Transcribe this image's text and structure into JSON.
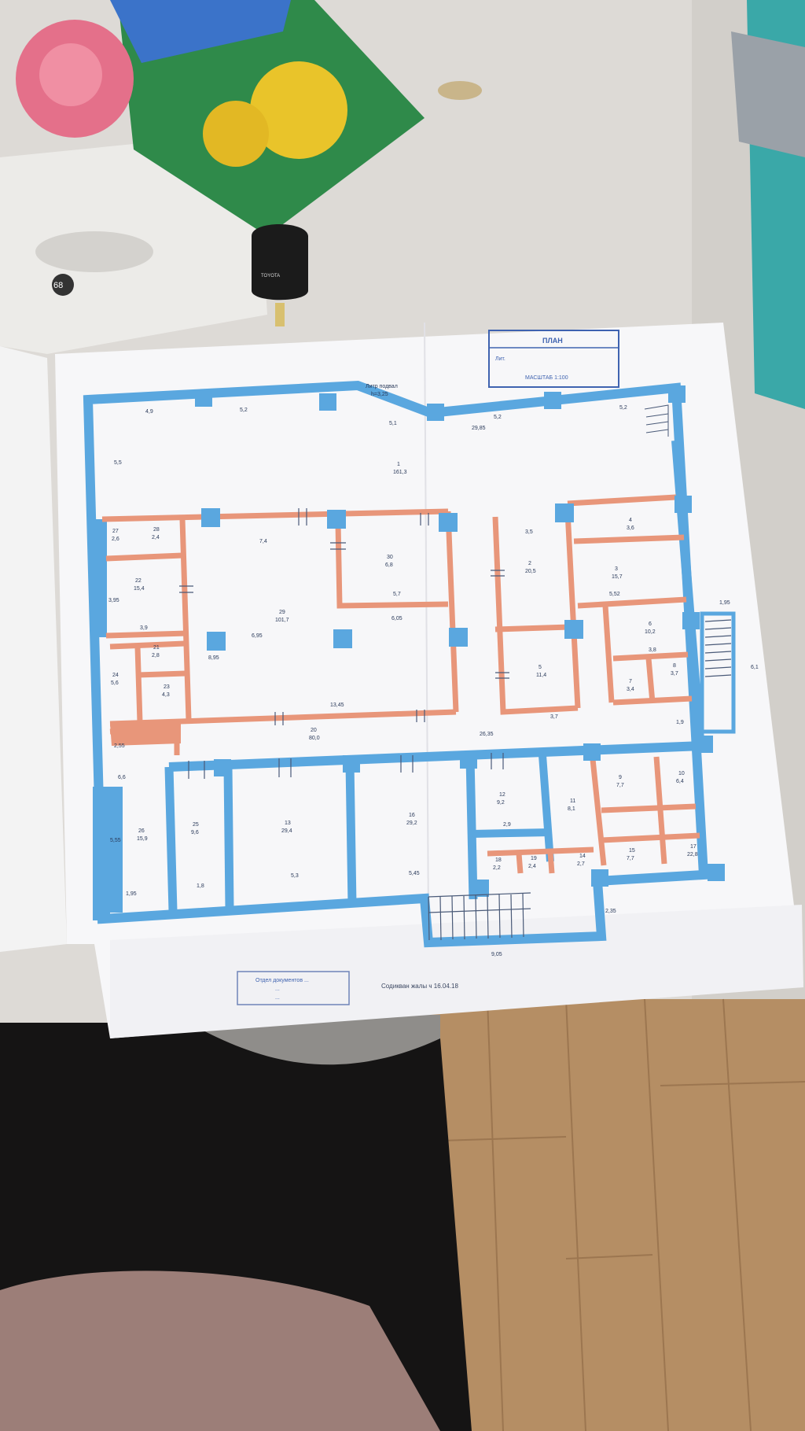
{
  "colors": {
    "table": "#dedcd8",
    "wood": "#b8936a",
    "paper": "#f7f7f9",
    "wall_outer": "#5aa7df",
    "wall_inner": "#e8967a",
    "line": "#4a5a78",
    "stamp": "#3f63b0"
  },
  "icons": [
    "plastic-bag",
    "car-key-fob",
    "staircase-icon",
    "stamp-seal",
    "column-pillar"
  ],
  "plan": {
    "header_note": "Литр подвал",
    "header_note_2": "h=3,25",
    "caption": "Содикван жалы ч 16.04.18",
    "rooms": [
      {
        "id": "1",
        "area": "161,3"
      },
      {
        "id": "2",
        "area": "20,5"
      },
      {
        "id": "3",
        "area": "15,7"
      },
      {
        "id": "4",
        "area": "3,6"
      },
      {
        "id": "5",
        "area": "11,4"
      },
      {
        "id": "6",
        "area": "10,2"
      },
      {
        "id": "7",
        "area": "3,4"
      },
      {
        "id": "8",
        "area": "3,7"
      },
      {
        "id": "9",
        "area": "7,7"
      },
      {
        "id": "10",
        "area": "6,4"
      },
      {
        "id": "11",
        "area": "8,1"
      },
      {
        "id": "12",
        "area": "9,2"
      },
      {
        "id": "13",
        "area": "29,4"
      },
      {
        "id": "14",
        "area": "2,7"
      },
      {
        "id": "15",
        "area": "7,7"
      },
      {
        "id": "16",
        "area": "29,2"
      },
      {
        "id": "17",
        "area": "22,8"
      },
      {
        "id": "18",
        "area": "2,2"
      },
      {
        "id": "19",
        "area": "2,4"
      },
      {
        "id": "20",
        "area": "80,0"
      },
      {
        "id": "21",
        "area": "2,8"
      },
      {
        "id": "22",
        "area": "15,4"
      },
      {
        "id": "23",
        "area": "4,3"
      },
      {
        "id": "24",
        "area": "5,6"
      },
      {
        "id": "25",
        "area": "9,6"
      },
      {
        "id": "26",
        "area": "15,9"
      },
      {
        "id": "27",
        "area": "2,6"
      },
      {
        "id": "28",
        "area": "2,4"
      },
      {
        "id": "29",
        "area": "101,7"
      },
      {
        "id": "30",
        "area": "6,8"
      }
    ],
    "dims": [
      "4,9",
      "5,2",
      "5,1",
      "5,2",
      "5,2",
      "29,85",
      "5,5",
      "7,4",
      "3,5",
      "3,9",
      "13,45",
      "26,35",
      "6,95",
      "6,05",
      "5,7",
      "8,95",
      "3,95",
      "5,52",
      "3,8",
      "3,7",
      "2,55",
      "6,6",
      "5,55",
      "1,95",
      "1,8",
      "5,3",
      "5,45",
      "2,9",
      "9,05",
      "2,35",
      "6,1",
      "1,95",
      "1,9"
    ]
  },
  "stamp": {
    "line1": "ПЛАН",
    "line2": "Лит.",
    "line3": "МАСШТАБ 1:100"
  },
  "sign_box": {
    "line1": "Отдел документов ... ",
    "line2": "...",
    "line3": "..."
  },
  "key_fob": {
    "brand": "TOYOTA"
  },
  "bag": {
    "number": "68"
  }
}
